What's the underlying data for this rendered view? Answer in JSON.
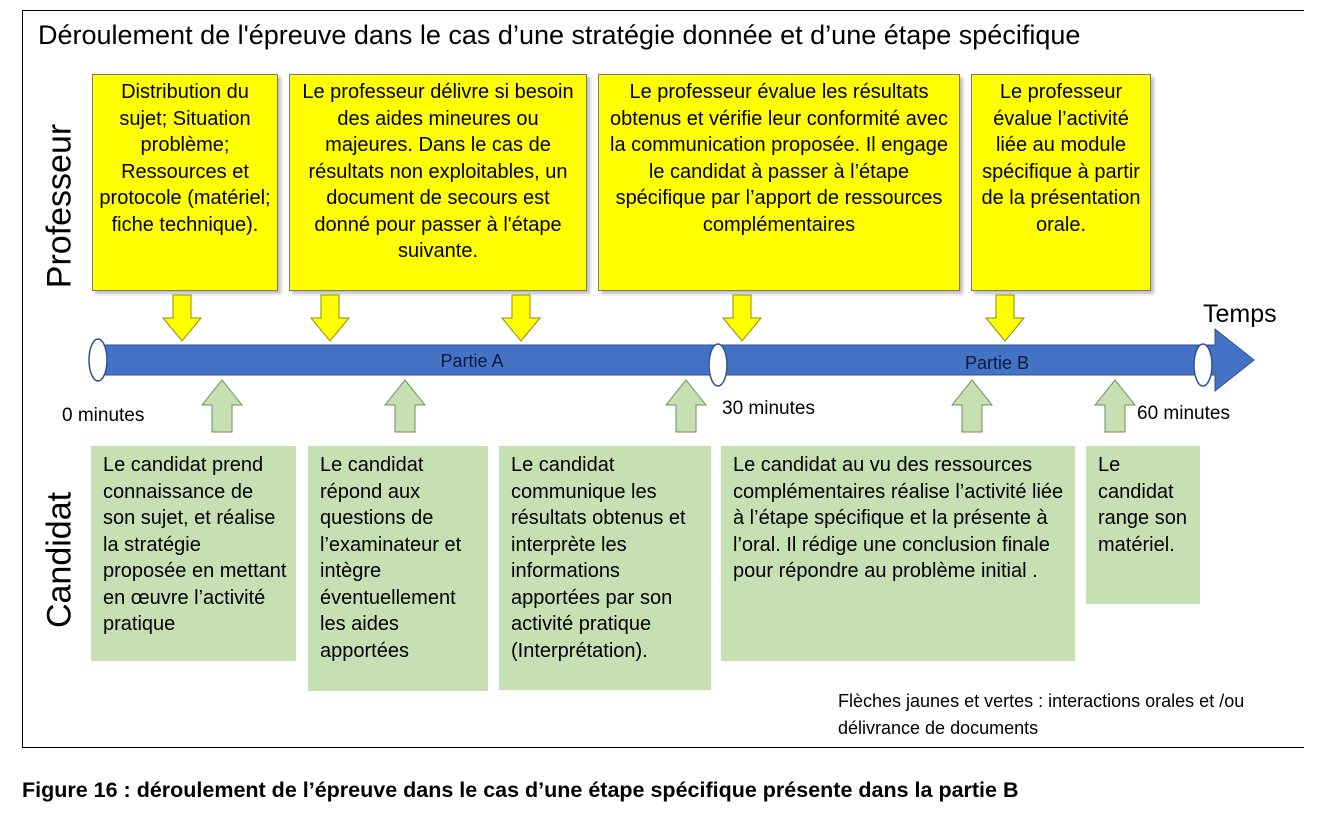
{
  "title": "Déroulement de l'épreuve dans le cas d’une stratégie donnée et d’une étape spécifique",
  "roles": {
    "teacher": "Professeur",
    "candidate": "Candidat"
  },
  "timeline": {
    "axis_label": "Temps",
    "part_a": "Partie A",
    "part_b": "Partie B",
    "marks": [
      "0 minutes",
      "30 minutes",
      "60 minutes"
    ]
  },
  "teacher_boxes": [
    "Distribution du sujet; Situation problème; Ressources et protocole (matériel; fiche technique).",
    "Le professeur délivre si besoin des aides mineures ou majeures. Dans le cas de résultats non exploitables, un document de secours est donné pour passer à l'étape suivante.",
    "Le professeur évalue les résultats obtenus et vérifie leur conformité avec la communication proposée. Il engage le candidat à passer à l’étape spécifique par l’apport de ressources complémentaires",
    "Le professeur évalue l’activité liée au module spécifique à partir de la présentation orale."
  ],
  "candidate_boxes": [
    "Le candidat prend connaissance de son sujet, et réalise la stratégie proposée en mettant en œuvre l’activité pratique",
    "Le candidat répond aux questions de l’examinateur et intègre éventuellement les aides apportées",
    "Le candidat communique les résultats obtenus et interprète les informations apportées par son activité pratique (Interprétation).",
    "Le candidat  au vu des ressources complémentaires réalise l’activité liée à l’étape spécifique et la présente à l’oral. Il rédige une conclusion finale pour répondre au problème initial .",
    "Le candidat range son matériel."
  ],
  "legend_note": "Flèches jaunes et vertes : interactions orales et /ou délivrance de documents",
  "caption": "Figure 16 : déroulement de l’épreuve dans le cas d’une étape spécifique présente dans la partie B",
  "colors": {
    "teacher_box": "#ffff00",
    "candidate_box": "#c6e0b4",
    "timeline": "#4472c4",
    "teacher_arrow": "#ffff00",
    "candidate_arrow": "#c6e0b4"
  }
}
